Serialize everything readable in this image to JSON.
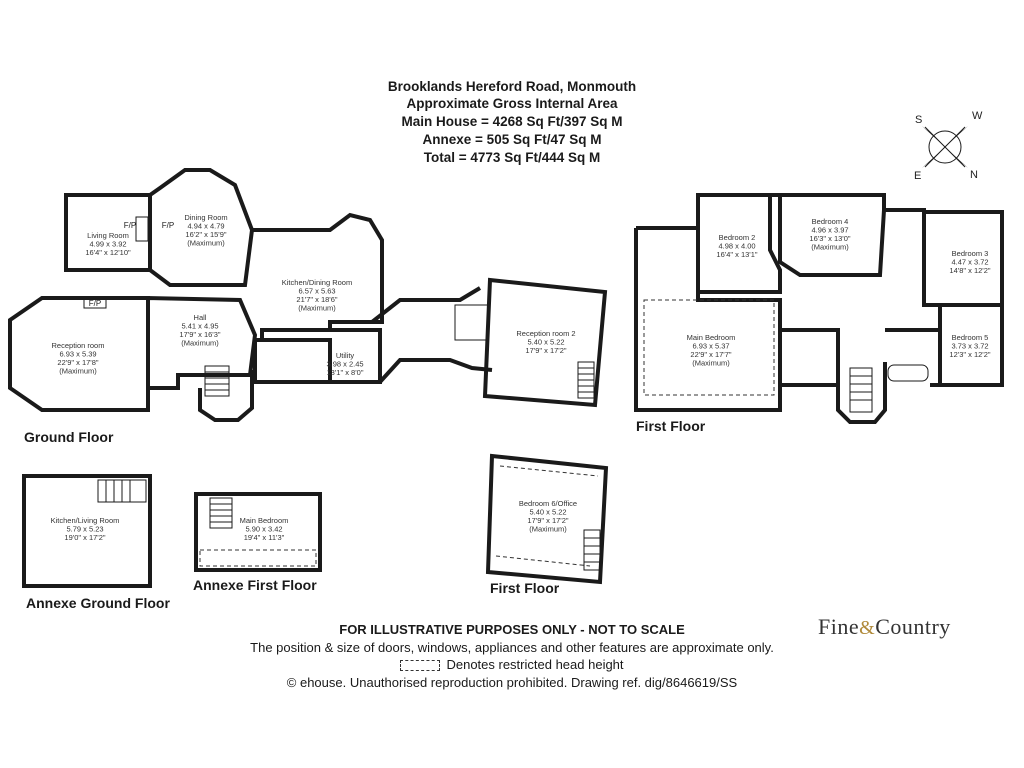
{
  "header": {
    "title": "Brooklands Hereford Road, Monmouth",
    "subtitle": "Approximate Gross Internal Area",
    "line_main": "Main House = 4268 Sq Ft/397 Sq M",
    "line_annexe": "Annexe = 505 Sq Ft/47 Sq M",
    "line_total": "Total = 4773 Sq Ft/444 Sq M"
  },
  "compass": {
    "s": "S",
    "w": "W",
    "e": "E",
    "n": "N"
  },
  "floor_labels": {
    "ground": "Ground Floor",
    "first_main": "First Floor",
    "annexe_ground": "Annexe Ground Floor",
    "annexe_first": "Annexe First Floor",
    "first_small": "First Floor"
  },
  "fireplace_label": "F/P",
  "rooms": {
    "living": [
      "Living Room",
      "4.99 x 3.92",
      "16'4\" x 12'10\""
    ],
    "dining": [
      "Dining Room",
      "4.94 x 4.79",
      "16'2\" x 15'9\"",
      "(Maximum)"
    ],
    "kitchen": [
      "Kitchen/Dining Room",
      "6.57 x 5.63",
      "21'7\" x 18'6\"",
      "(Maximum)"
    ],
    "reception1": [
      "Reception room",
      "6.93 x 5.39",
      "22'9\" x 17'8\"",
      "(Maximum)"
    ],
    "hall": [
      "Hall",
      "5.41 x 4.95",
      "17'9\" x 16'3\"",
      "(Maximum)"
    ],
    "utility": [
      "Utility",
      "3.98 x 2.45",
      "13'1\" x 8'0\""
    ],
    "reception2": [
      "Reception room 2",
      "5.40 x 5.22",
      "17'9\" x 17'2\""
    ],
    "bedroom2": [
      "Bedroom 2",
      "4.98 x 4.00",
      "16'4\" x 13'1\""
    ],
    "bedroom4": [
      "Bedroom 4",
      "4.96 x 3.97",
      "16'3\" x 13'0\"",
      "(Maximum)"
    ],
    "bedroom3": [
      "Bedroom 3",
      "4.47 x 3.72",
      "14'8\" x 12'2\""
    ],
    "bedroom5": [
      "Bedroom 5",
      "3.73 x 3.72",
      "12'3\" x 12'2\""
    ],
    "main_bed": [
      "Main Bedroom",
      "6.93 x 5.37",
      "22'9\" x 17'7\"",
      "(Maximum)"
    ],
    "annexe_kitchen": [
      "Kitchen/Living Room",
      "5.79 x 5.23",
      "19'0\" x 17'2\""
    ],
    "annexe_bed": [
      "Main Bedroom",
      "5.90 x 3.42",
      "19'4\" x 11'3\""
    ],
    "bedroom6": [
      "Bedroom 6/Office",
      "5.40 x 5.22",
      "17'9\" x 17'2\"",
      "(Maximum)"
    ]
  },
  "footer": {
    "line1": "FOR ILLUSTRATIVE PURPOSES ONLY - NOT TO SCALE",
    "line2": "The position & size of doors, windows, appliances and other features are approximate only.",
    "line3": "Denotes restricted head height",
    "line4": "© ehouse. Unauthorised reproduction prohibited. Drawing ref. dig/8646619/SS"
  },
  "logo": {
    "left": "Fine",
    "amp": "&",
    "right": "Country"
  }
}
